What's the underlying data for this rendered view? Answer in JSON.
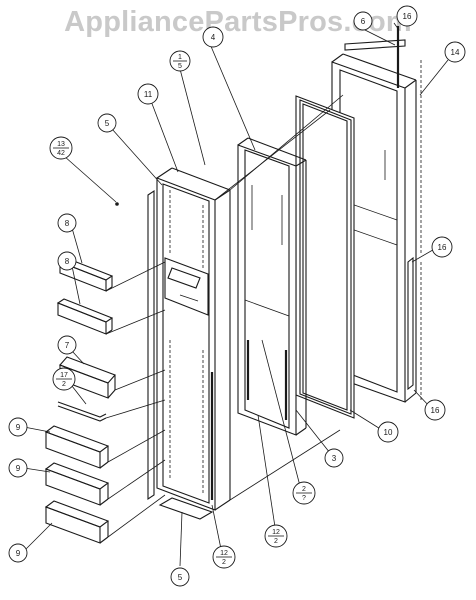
{
  "watermark": "AppliancePartsPros.com",
  "callouts": {
    "c6_top": "6",
    "c16_top": "16",
    "c14": "14",
    "c1_num": "1",
    "c1_den": "5",
    "c11": "11",
    "c4": "4",
    "c5_top": "5",
    "c13_num": "13",
    "c13_den": "42",
    "c8_a": "8",
    "c8_b": "8",
    "c7": "7",
    "c17_num": "17",
    "c17_den": "2",
    "c9_a": "9",
    "c9_b": "9",
    "c9_c": "9",
    "c16_mid": "16",
    "c16_bot": "16",
    "c10": "10",
    "c3": "3",
    "c2_num": "2",
    "c2_den": "?",
    "c12a_num": "12",
    "c12a_den": "2",
    "c12b_num": "12",
    "c12b_den": "2",
    "c5_bot": "5"
  }
}
